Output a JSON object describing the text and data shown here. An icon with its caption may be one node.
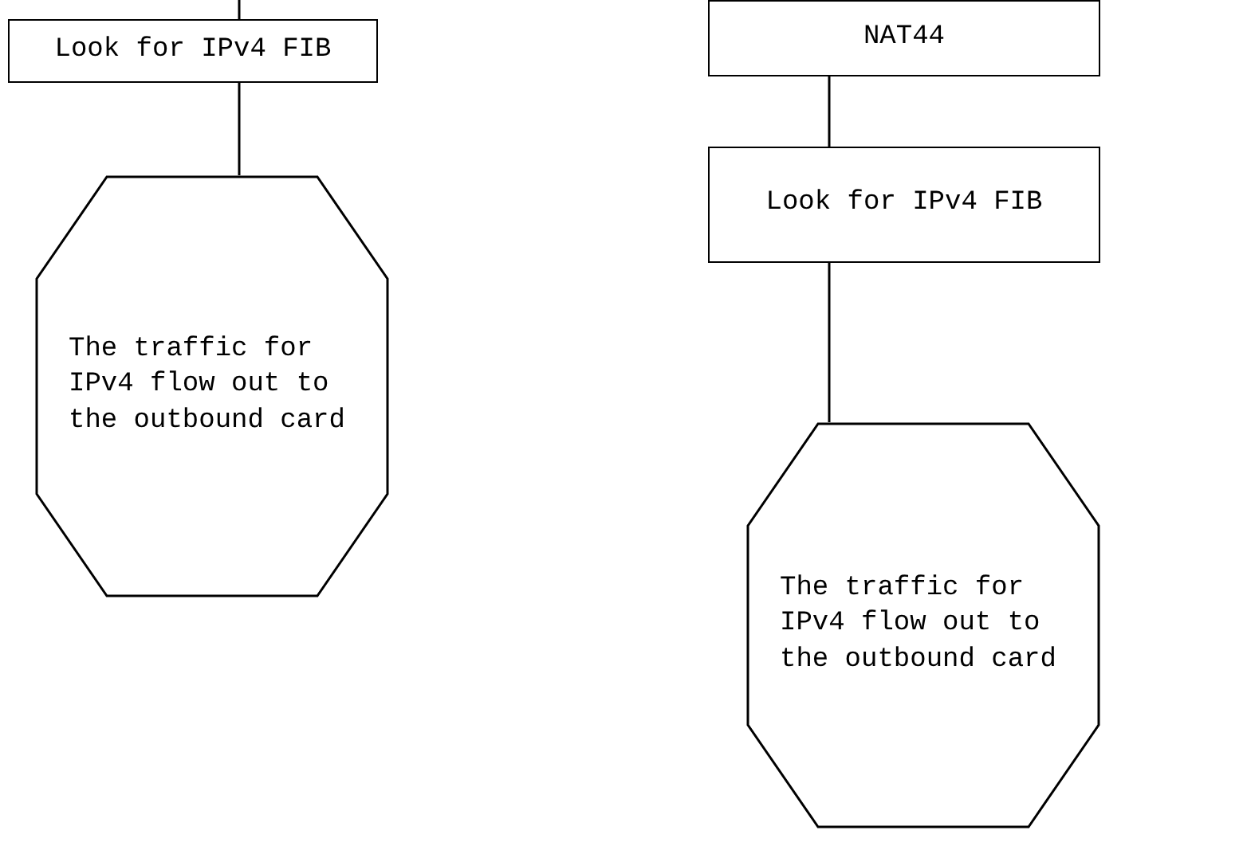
{
  "diagram": {
    "nodes": [
      {
        "text": [
          "Look for IPv4 FIB"
        ]
      },
      {
        "text": [
          "The traffic for IPv4 flow out to the outbound card"
        ]
      },
      {
        "text": [
          "NAT44"
        ]
      },
      {
        "text": [
          "Look for IPv4 FIB"
        ]
      },
      {
        "text": [
          "The traffic for IPv4 flow out to the outbound card"
        ]
      }
    ],
    "edges": [
      {
        "from": null,
        "to": 0,
        "arrow": "none"
      },
      {
        "from": 0,
        "to": 1,
        "arrow": "none"
      },
      {
        "from": 2,
        "to": 3,
        "arrow": "none"
      },
      {
        "from": 3,
        "to": 4,
        "arrow": "none"
      }
    ]
  }
}
